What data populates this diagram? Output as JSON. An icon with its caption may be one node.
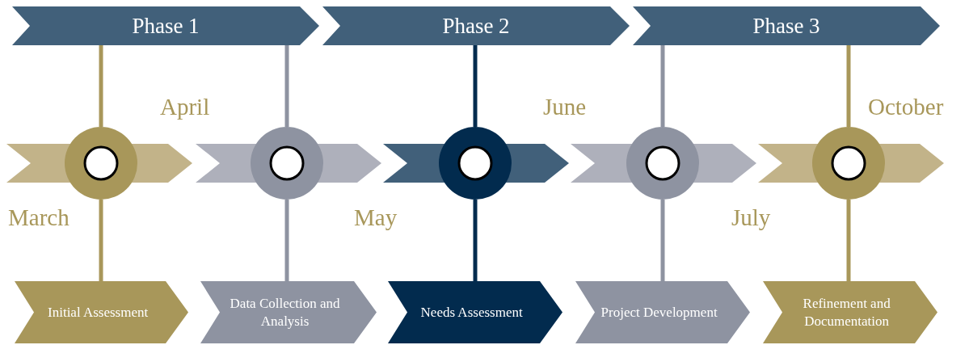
{
  "diagram": {
    "nodes": [
      {
        "text": [
          "Phase 1"
        ]
      },
      {
        "text": [
          "Phase 2"
        ]
      },
      {
        "text": [
          "Phase 3"
        ]
      },
      {
        "text": [],
        "shape": "circle"
      },
      {
        "text": [],
        "shape": "circle"
      },
      {
        "text": [],
        "shape": "circle"
      },
      {
        "text": [],
        "shape": "circle"
      },
      {
        "text": [],
        "shape": "circle"
      },
      {
        "text": [
          "Initial Assessment"
        ]
      },
      {
        "text": [
          "Data Collection and Analysis"
        ]
      },
      {
        "text": [
          "Needs Assessment"
        ]
      },
      {
        "text": [
          "Project Development"
        ]
      },
      {
        "text": [
          "Refinement and Documentation"
        ]
      }
    ],
    "edges": [
      {
        "from": 0,
        "to": 3,
        "arrow": "none",
        "color": "#a8975a"
      },
      {
        "from": 3,
        "to": 8,
        "arrow": "none",
        "color": "#a8975a"
      },
      {
        "from": 0,
        "to": 4,
        "arrow": "none",
        "color": "#8e93a1"
      },
      {
        "from": 4,
        "to": 9,
        "arrow": "none",
        "color": "#8e93a1"
      },
      {
        "from": 1,
        "to": 5,
        "arrow": "none",
        "color": "#022b4e"
      },
      {
        "from": 5,
        "to": 10,
        "arrow": "none",
        "color": "#022b4e"
      },
      {
        "from": 2,
        "to": 6,
        "arrow": "none",
        "color": "#8e93a1"
      },
      {
        "from": 6,
        "to": 11,
        "arrow": "none",
        "color": "#8e93a1"
      },
      {
        "from": 2,
        "to": 7,
        "arrow": "none",
        "color": "#a8975a"
      },
      {
        "from": 7,
        "to": 12,
        "arrow": "none",
        "color": "#a8975a"
      }
    ],
    "labels": [
      "April",
      "June",
      "October",
      "March",
      "May",
      "July"
    ]
  }
}
